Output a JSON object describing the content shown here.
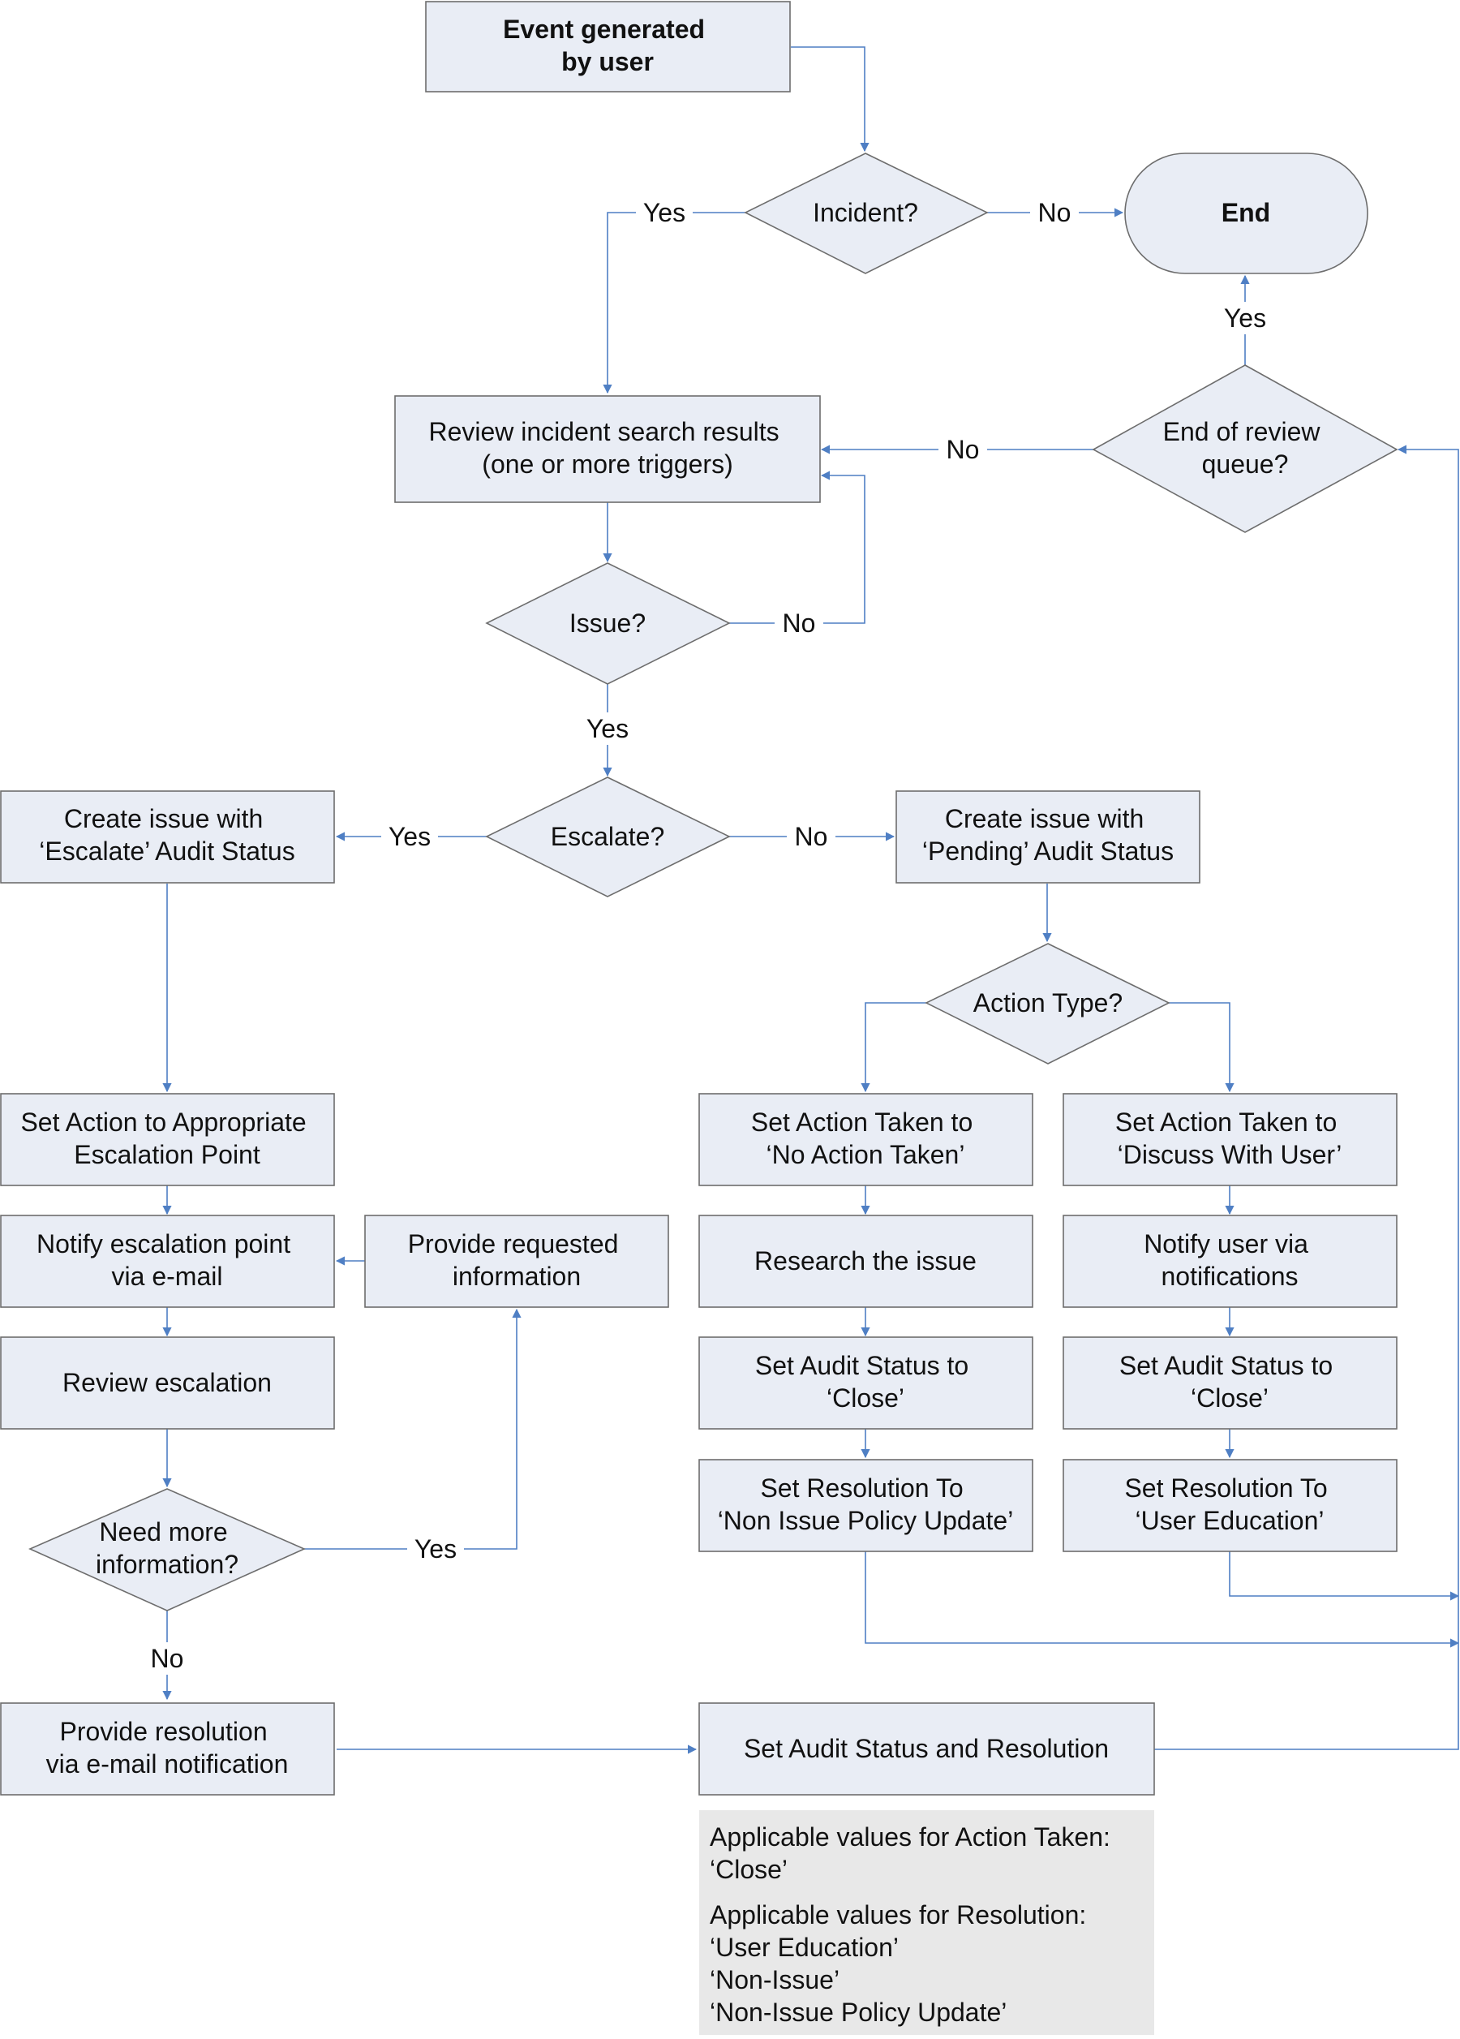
{
  "nodes": {
    "start": [
      "Event generated",
      "by user"
    ],
    "incident": [
      "Incident?"
    ],
    "end": [
      "End"
    ],
    "review_results": [
      "Review incident search results",
      "(one or more triggers)"
    ],
    "end_queue": [
      "End of review",
      "queue?"
    ],
    "issue": [
      "Issue?"
    ],
    "escalate": [
      "Escalate?"
    ],
    "create_escalate": [
      "Create issue with",
      "‘Escalate’ Audit Status"
    ],
    "create_pending": [
      "Create issue with",
      "‘Pending’ Audit Status"
    ],
    "action_type": [
      "Action Type?"
    ],
    "set_action_escalation": [
      "Set Action to Appropriate",
      "Escalation Point"
    ],
    "set_no_action": [
      "Set Action Taken to",
      "‘No Action Taken’"
    ],
    "set_discuss": [
      "Set Action Taken to",
      "‘Discuss With User’"
    ],
    "notify_escalation": [
      "Notify escalation point",
      "via e-mail"
    ],
    "provide_info": [
      "Provide requested",
      "information"
    ],
    "research": [
      "Research the issue"
    ],
    "notify_user": [
      "Notify user via",
      "notifications"
    ],
    "review_escalation": [
      "Review escalation"
    ],
    "audit_close_1": [
      "Set Audit Status to",
      "‘Close’"
    ],
    "audit_close_2": [
      "Set Audit Status to",
      "‘Close’"
    ],
    "need_info": [
      "Need more",
      "information?"
    ],
    "resolution_policy": [
      "Set Resolution To",
      "‘Non Issue Policy Update’"
    ],
    "resolution_education": [
      "Set Resolution To",
      "‘User Education’"
    ],
    "provide_resolution": [
      "Provide resolution",
      "via e-mail notification"
    ],
    "set_audit_resolution": [
      "Set Audit Status and Resolution"
    ]
  },
  "edge_labels": {
    "incident_yes": "Yes",
    "incident_no": "No",
    "queue_yes": "Yes",
    "queue_no": "No",
    "issue_no": "No",
    "issue_yes": "Yes",
    "escalate_yes": "Yes",
    "escalate_no": "No",
    "need_info_yes": "Yes",
    "need_info_no": "No"
  },
  "note": {
    "action_heading": "Applicable values for Action Taken:",
    "action_values": [
      "‘Close’"
    ],
    "resolution_heading": "Applicable values for Resolution:",
    "resolution_values": [
      "‘User Education’",
      "‘Non-Issue’",
      "‘Non-Issue Policy Update’"
    ]
  },
  "colors": {
    "shape_fill": "#e9edf5",
    "shape_border": "#6d6d6d",
    "connector": "#4f7fc4",
    "note_fill": "#e8e8e8"
  }
}
